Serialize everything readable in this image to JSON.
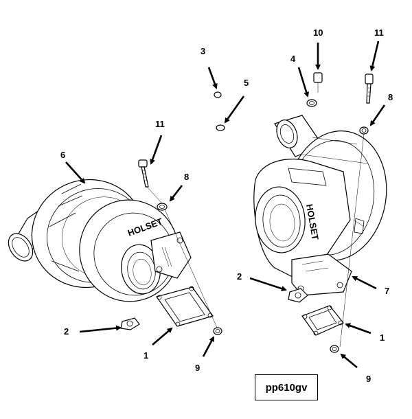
{
  "reference_code": "pp610gv",
  "callouts": {
    "c1_left": "1",
    "c1_right": "1",
    "c2_left": "2",
    "c2_right": "2",
    "c3": "3",
    "c4": "4",
    "c5": "5",
    "c6": "6",
    "c7": "7",
    "c8_left": "8",
    "c8_right": "8",
    "c9_left": "9",
    "c9_right": "9",
    "c10": "10",
    "c11_left": "11",
    "c11_right": "11"
  },
  "housing_text": {
    "brand": "HOLSET"
  }
}
